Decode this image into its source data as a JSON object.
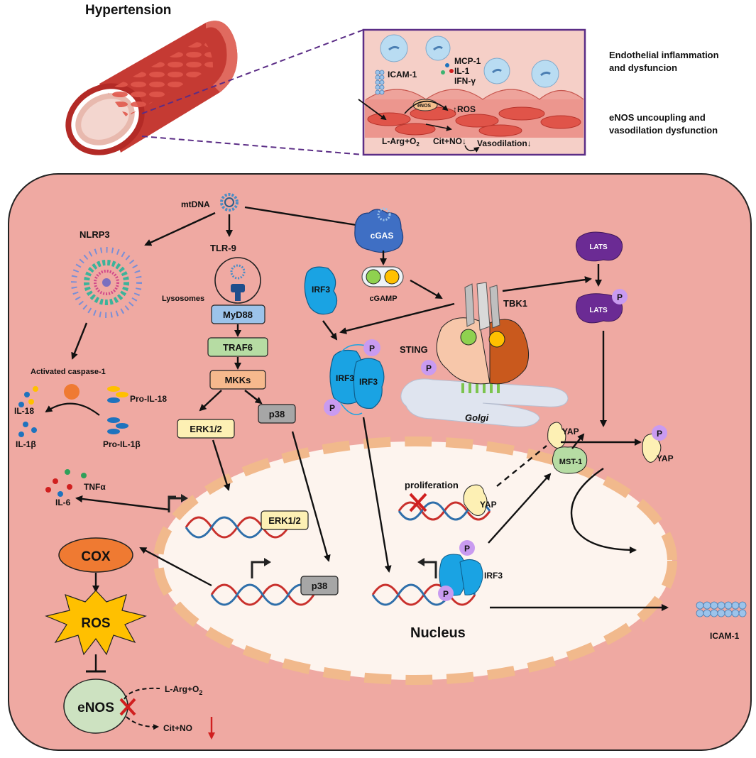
{
  "title": "Hypertension",
  "inset": {
    "label_icam": "ICAM-1",
    "label_mcp": "MCP-1",
    "label_il1": "IL-1",
    "label_ifn": "IFN-γ",
    "label_enos": "eNOS",
    "label_ros": "↑ROS",
    "label_larg": "L-Arg+O",
    "label_larg_sub": "2",
    "label_cit": "Cit+NO↓",
    "label_vaso": "Vasodilation↓"
  },
  "side_notes": {
    "note1_line1": "Endothelial inflammation",
    "note1_line2": "and dysfuncion",
    "note2_line1": "eNOS uncoupling and",
    "note2_line2": "vasodilation dysfunction"
  },
  "cell": {
    "mtdna": "mtDNA",
    "nlrp3": "NLRP3",
    "tlr9": "TLR-9",
    "lysosomes": "Lysosomes",
    "myd88": "MyD88",
    "traf6": "TRAF6",
    "mkks": "MKKs",
    "erk": "ERK1/2",
    "p38": "p38",
    "caspase": "Activated caspase-1",
    "il18": "IL-18",
    "il1b": "IL-1β",
    "pro_il18": "Pro-IL-18",
    "pro_il1b": "Pro-IL-1β",
    "tnfa": "TNFα",
    "il6": "IL-6",
    "cgas": "cGAS",
    "cgamp": "cGAMP",
    "irf3": "IRF3",
    "tbk1": "TBK1",
    "sting": "STING",
    "golgi": "Golgi",
    "lats": "LATS",
    "p": "P",
    "yap": "YAP",
    "mst1": "MST-1",
    "proliferation": "proliferation",
    "nucleus": "Nucleus",
    "icam": "ICAM-1",
    "cox": "COX",
    "ros": "ROS",
    "enos": "eNOS",
    "larg": "L-Arg+O",
    "larg_sub": "2",
    "cit": "Cit+NO"
  },
  "colors": {
    "cell_fill": "#efa9a2",
    "nucleus_fill": "#fdf4ee",
    "nucleus_dash": "#f1b98c",
    "box_blue": "#9cc3ea",
    "box_green": "#b6dca3",
    "box_orange": "#f6b98d",
    "box_yellow": "#fdf0b4",
    "box_gray": "#a6a6a6",
    "irf3_blue": "#1aa3e3",
    "lats_purple": "#6b2b94",
    "p_purple": "#c99bf0",
    "cox_orange": "#ef7a32",
    "ros_yellow": "#ffc000",
    "enos_green": "#cde2c1",
    "inhibit_red": "#d01f1f",
    "vessel_red": "#d9463c"
  }
}
